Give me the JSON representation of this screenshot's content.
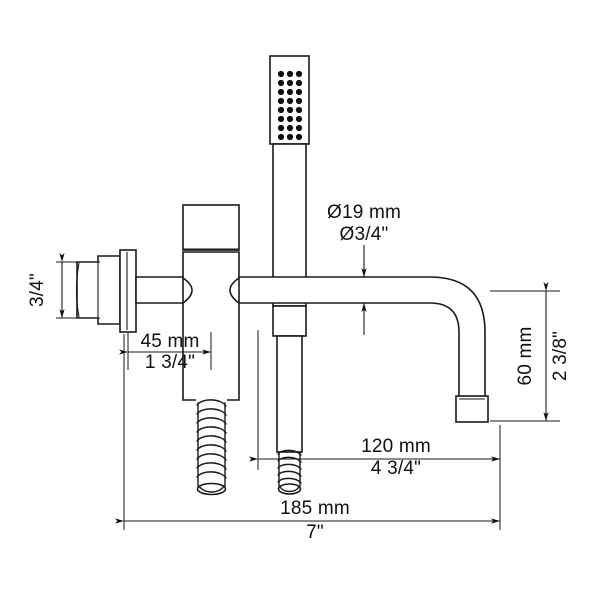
{
  "drawing": {
    "title": "Wall mounted bath spout with handshower technical drawing",
    "background_color": "#ffffff",
    "line_color": "#1a1a1a",
    "text_color": "#111111"
  },
  "dimensions": {
    "pipe_diameter_mm": "Ø19 mm",
    "pipe_diameter_in": "Ø3/4\"",
    "inlet_height_in": "3/4\"",
    "valve_offset_mm": "45 mm",
    "valve_offset_in": "1 3/4\"",
    "spout_drop_mm": "60 mm",
    "spout_drop_in": "2 3/8\"",
    "spout_reach_mm": "120 mm",
    "spout_reach_in": "4 3/4\"",
    "overall_length_mm": "185 mm",
    "overall_length_in": "7\""
  },
  "parts": {
    "handshower_head": "handshower-head",
    "handshower_handle": "handshower-handle",
    "handshower_hose": "handshower-hose",
    "valve_body": "valve-body",
    "valve_handle": "valve-handle",
    "wall_escutcheon": "wall-escutcheon",
    "inlet_nipple": "inlet-nipple",
    "spout_arm": "spout-arm",
    "spout_nozzle": "spout-nozzle",
    "valve_hose": "valve-hose"
  },
  "spray_holes": {
    "rows": 8,
    "columns": 3,
    "radius": 3.1
  }
}
